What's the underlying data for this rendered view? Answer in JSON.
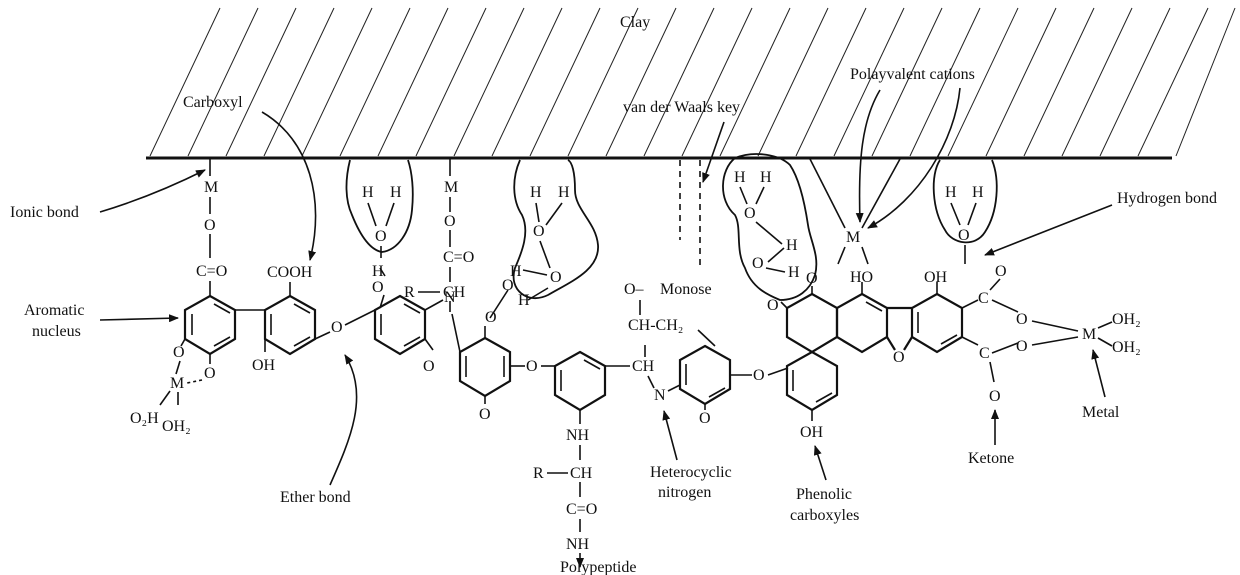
{
  "surface_label": "Clay",
  "annotations": {
    "ionic_bond": "Ionic bond",
    "carboxyl": "Carboxyl",
    "aromatic_nucleus_1": "Aromatic",
    "aromatic_nucleus_2": "nucleus",
    "ether_bond": "Ether bond",
    "polypeptide": "Polypeptide",
    "van_der_waals": "van der Waals key",
    "monose": "Monose",
    "heterocyclic_1": "Heterocyclic",
    "heterocyclic_2": "nitrogen",
    "phenolic_1": "Phenolic",
    "phenolic_2": "carboxyles",
    "polyvalent": "Polayvalent cations",
    "hydrogen_bond": "Hydrogen bond",
    "ketone": "Ketone",
    "metal": "Metal"
  },
  "atoms": {
    "M": "M",
    "O": "O",
    "H": "H",
    "N": "N",
    "R": "R",
    "C_eq_O": "C=O",
    "COOH": "COOH",
    "OH": "OH",
    "HO": "HO",
    "NH": "NH",
    "CH": "CH",
    "C": "C",
    "O2H": "O₂H",
    "OH2": "OH₂",
    "CH_CH2": "CH-CH₂",
    "O_dash": "O–"
  }
}
